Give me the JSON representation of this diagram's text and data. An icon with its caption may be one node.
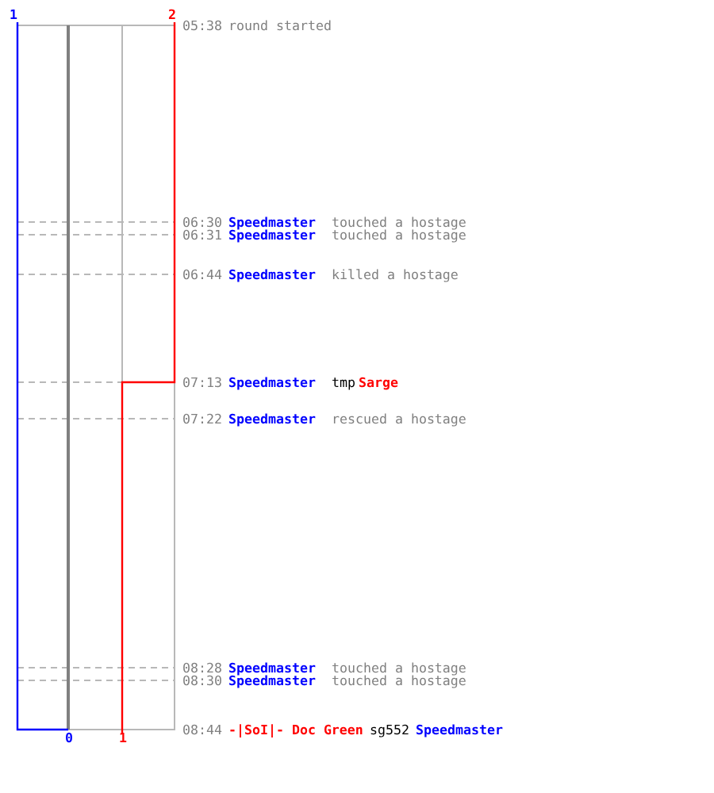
{
  "diagram": {
    "labels": [
      "1",
      "2",
      "05:38",
      "round started",
      "06:30",
      "Speedmaster",
      "touched a hostage",
      "06:31",
      "Speedmaster",
      "touched a hostage",
      "06:44",
      "Speedmaster",
      "killed a hostage",
      "07:13",
      "Speedmaster",
      "tmp",
      "Sarge",
      "07:22",
      "Speedmaster",
      "rescued a hostage",
      "08:28",
      "Speedmaster",
      "touched a hostage",
      "08:30",
      "Speedmaster",
      "touched a hostage",
      "08:44",
      "-|SoI|- Doc Green",
      "sg552",
      "Speedmaster",
      "0",
      "1"
    ]
  }
}
